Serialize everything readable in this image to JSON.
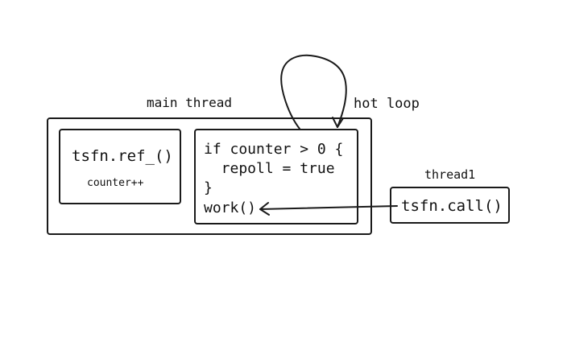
{
  "diagram": {
    "main_thread": {
      "label": "main thread"
    },
    "ref_box": {
      "call": "tsfn.ref_()",
      "note": "counter++"
    },
    "loop_box": {
      "line1": "if counter > 0 {",
      "line2": "  repoll = true",
      "line3": "}",
      "line4": "work()"
    },
    "hot_loop": {
      "label": "hot loop"
    },
    "thread1": {
      "label": "thread1",
      "call": "tsfn.call()"
    }
  }
}
